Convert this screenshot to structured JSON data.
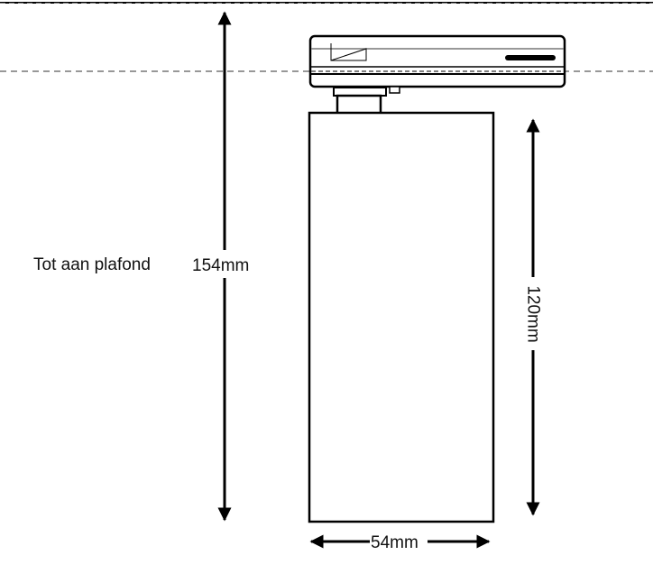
{
  "diagram": {
    "type": "technical-dimension-drawing",
    "subject": "track spotlight side view",
    "labels": {
      "ceiling_text": "Tot aan plafond",
      "total_height": "154mm",
      "body_height": "120mm",
      "body_width": "54mm"
    },
    "dimensions_mm": {
      "total_height_to_ceiling": 154,
      "body_height": 120,
      "body_width": 54
    },
    "colors": {
      "line": "#000000",
      "dashed_line": "#777777",
      "background": "#ffffff",
      "text": "#111111"
    }
  }
}
